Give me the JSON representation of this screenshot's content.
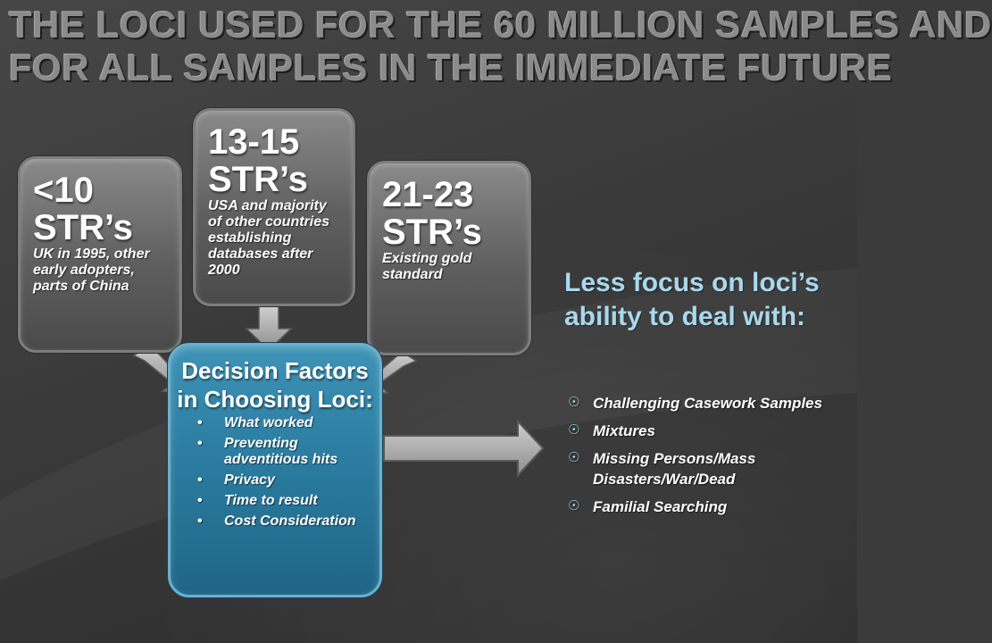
{
  "title": {
    "line1": "The Loci Used for the 60 Million Samples and",
    "line2": "for all samples in the immediate future"
  },
  "boxes": [
    {
      "heading": "<10 STR’s",
      "desc": "UK in 1995, other early adopters, parts of China"
    },
    {
      "heading": "13-15 STR’s",
      "desc": "USA and majority of other countries establishing databases after 2000"
    },
    {
      "heading": "21-23 STR’s",
      "desc": "Existing gold standard"
    }
  ],
  "center": {
    "heading": "Decision Factors in Choosing Loci:",
    "items": [
      "What worked",
      "Preventing adventitious hits",
      "Privacy",
      "Time to result",
      "Cost Consideration"
    ]
  },
  "right": {
    "heading": "Less focus on loci’s ability to deal with:",
    "bullet_icon": "sun-circle-icon",
    "items": [
      "Challenging Casework Samples",
      "Mixtures",
      "Missing Persons/Mass Disasters/War/Dead",
      "Familial Searching"
    ]
  },
  "colors": {
    "accent_blue": "#2c7fa3",
    "heading_light_blue": "#a9d8ec",
    "box_gray": "#6a6a6a"
  }
}
